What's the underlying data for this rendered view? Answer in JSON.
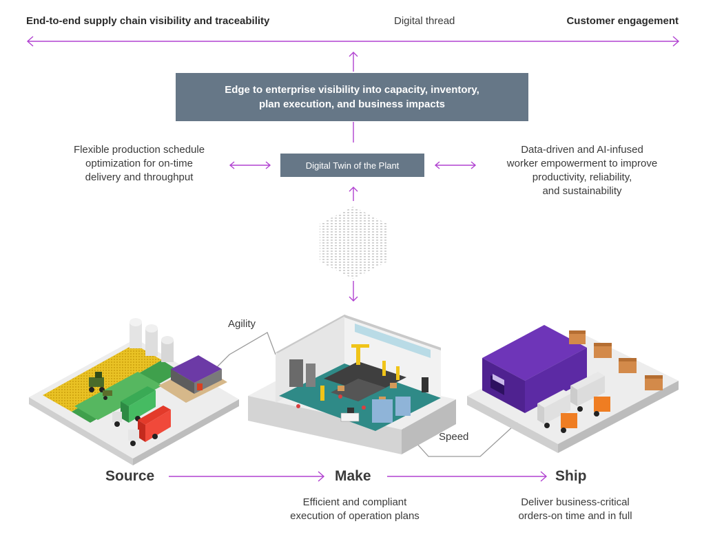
{
  "header": {
    "left": "End-to-end supply chain visibility and traceability",
    "middle": "Digital thread",
    "right": "Customer engagement"
  },
  "edge_box": {
    "line1": "Edge to enterprise visibility into capacity, inventory,",
    "line2": "plan execution, and business impacts"
  },
  "digital_twin": "Digital Twin of the Plant",
  "left_benefit": {
    "line1": "Flexible production schedule",
    "line2": "optimization for on-time",
    "line3": "delivery and throughput"
  },
  "right_benefit": {
    "line1": "Data-driven and AI-infused",
    "line2": "worker empowerment to improve",
    "line3": "productivity, reliability,",
    "line4": "and sustainability"
  },
  "links": {
    "agility": "Agility",
    "speed": "Speed"
  },
  "stages": {
    "source": "Source",
    "make": "Make",
    "ship": "Ship"
  },
  "make_desc": {
    "line1": "Efficient and compliant",
    "line2": "execution of operation plans"
  },
  "ship_desc": {
    "line1": "Deliver business-critical",
    "line2": "orders-on time and in full"
  },
  "colors": {
    "accent_arrow": "#b040d0",
    "box_fill": "#667787",
    "warehouse_purple": "#5b2a9a",
    "field_green": "#3d9a4a",
    "crop_yellow": "#e8c020",
    "floor_teal": "#2f8a87"
  }
}
